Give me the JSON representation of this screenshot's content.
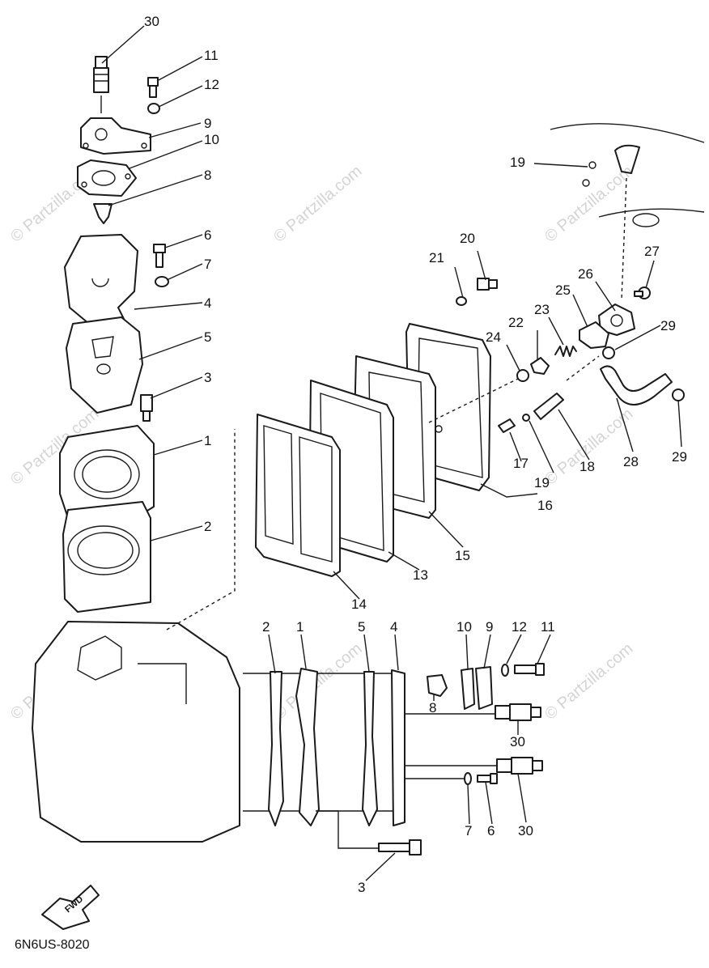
{
  "watermark": "© Partzilla.com",
  "diagram_code": "6N6US-8020",
  "fwd_label": "FWD",
  "callouts": {
    "c30a": "30",
    "c11a": "11",
    "c12a": "12",
    "c9a": "9",
    "c10a": "10",
    "c8a": "8",
    "c6a": "6",
    "c7a": "7",
    "c4a": "4",
    "c5a": "5",
    "c3a": "3",
    "c1a": "1",
    "c2a": "2",
    "c19a": "19",
    "c20": "20",
    "c21": "21",
    "c27": "27",
    "c26": "26",
    "c25": "25",
    "c23": "23",
    "c22": "22",
    "c24": "24",
    "c29a": "29",
    "c29b": "29",
    "c28": "28",
    "c18": "18",
    "c19b": "19",
    "c17": "17",
    "c16": "16",
    "c15": "15",
    "c13": "13",
    "c14": "14",
    "c2b": "2",
    "c1b": "1",
    "c5b": "5",
    "c4b": "4",
    "c10b": "10",
    "c9b": "9",
    "c12b": "12",
    "c11b": "11",
    "c8b": "8",
    "c30b": "30",
    "c7b": "7",
    "c6b": "6",
    "c30c": "30",
    "c3b": "3"
  }
}
